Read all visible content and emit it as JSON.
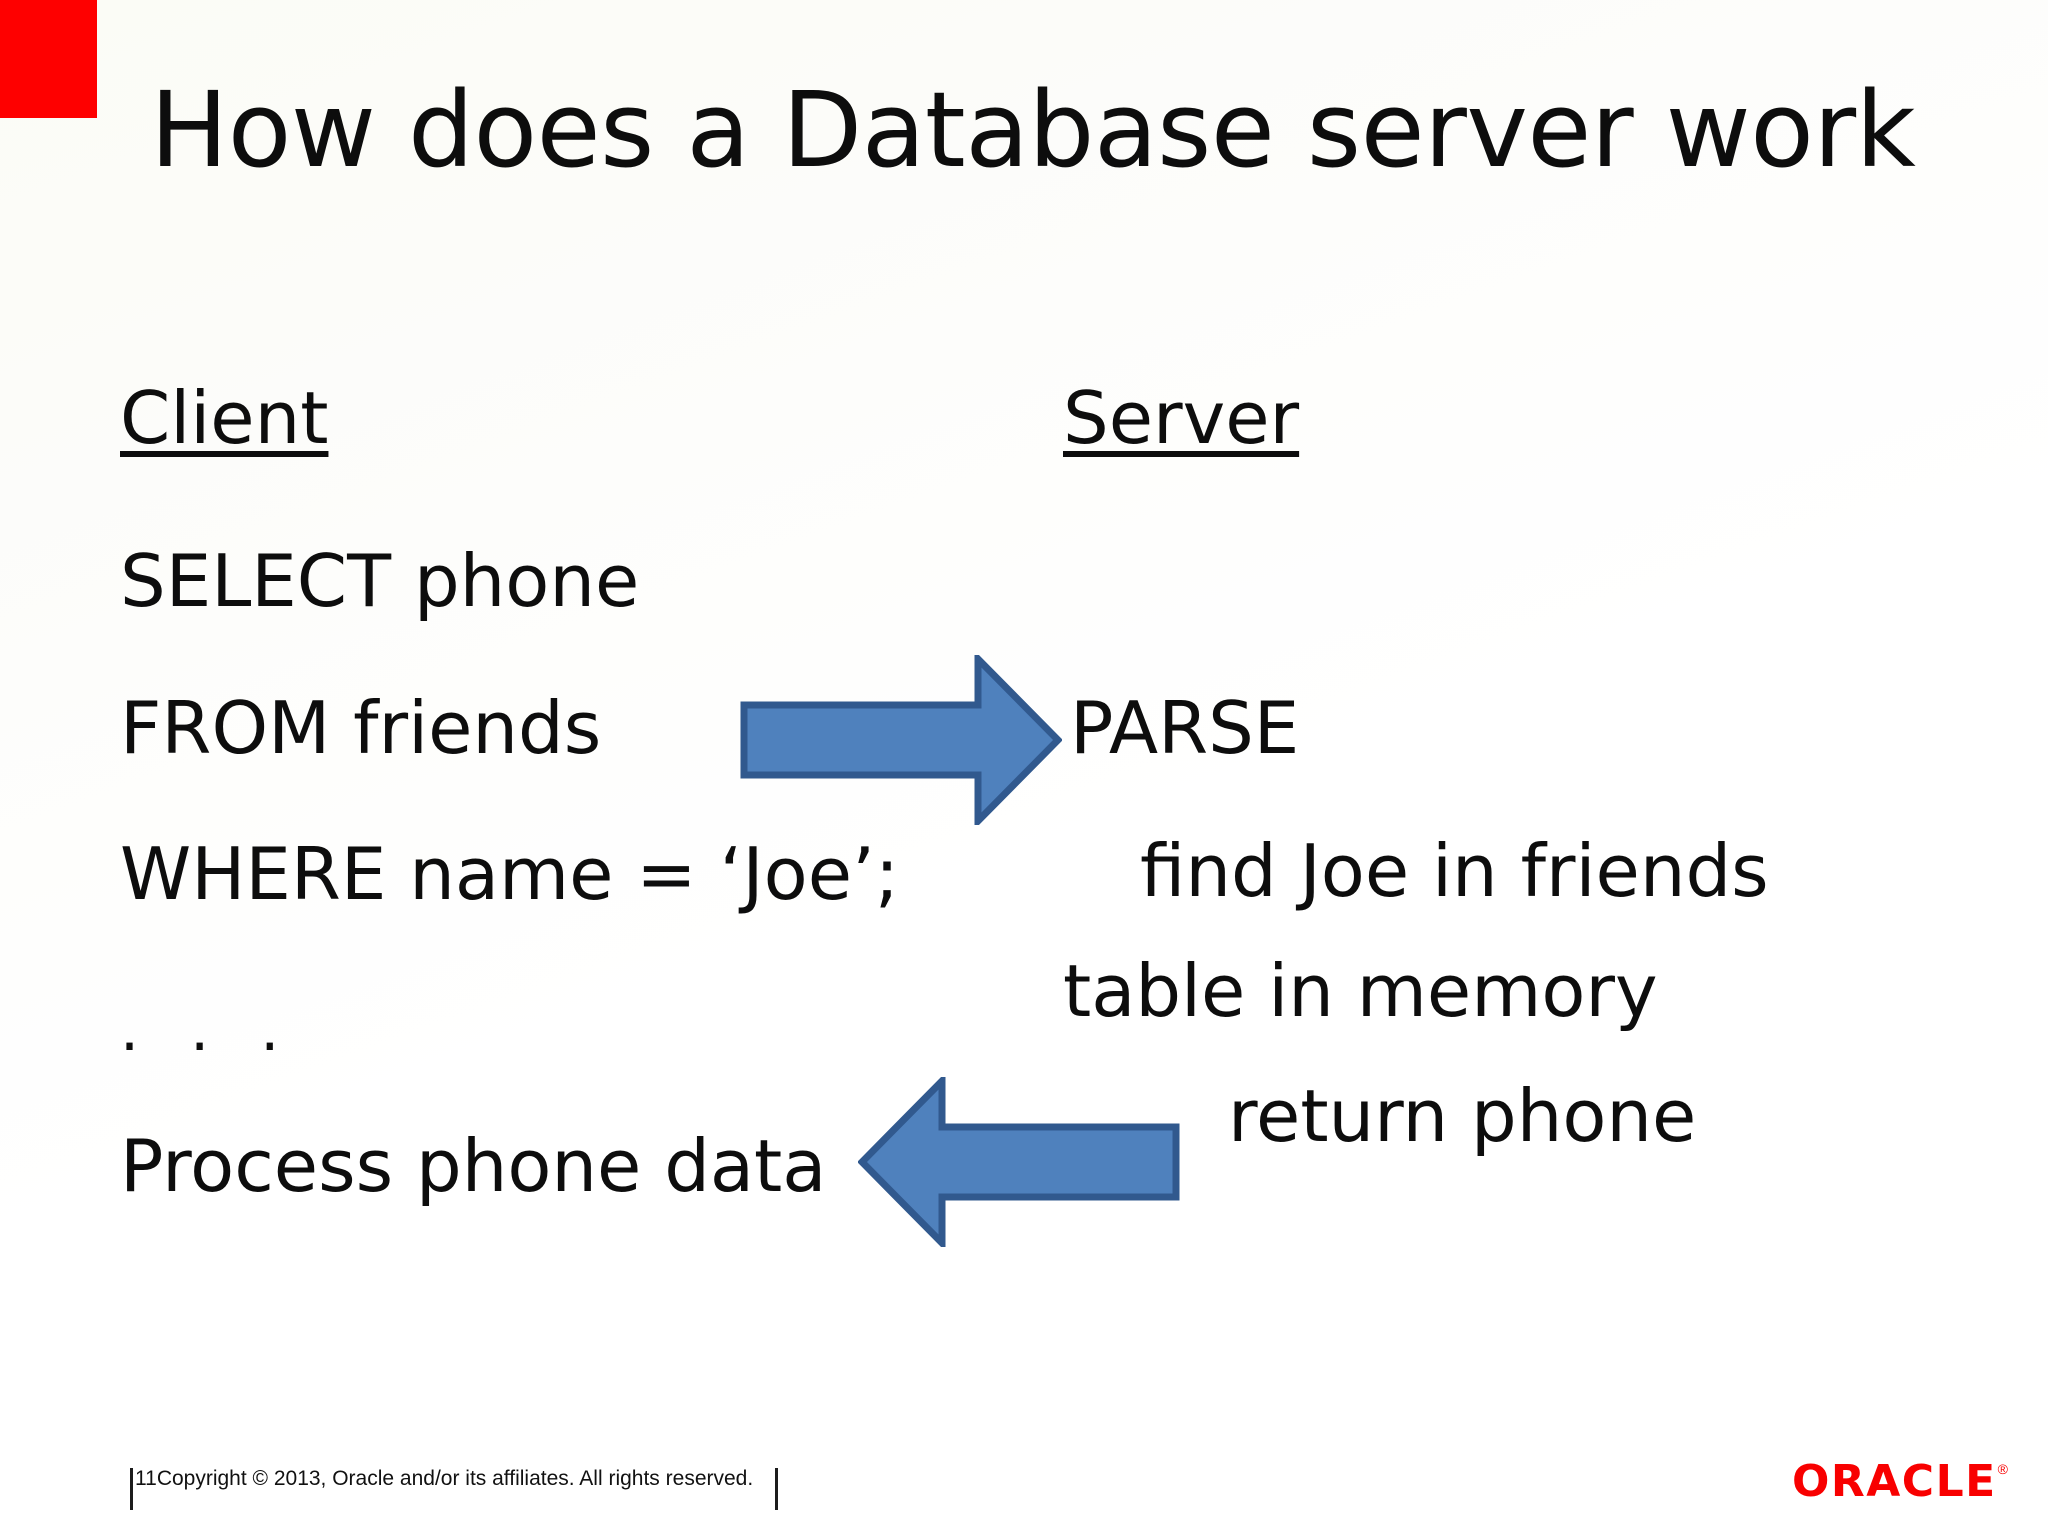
{
  "slide": {
    "title": "How does a Database server work",
    "accent_red": "#FE0000",
    "arrow_fill": "#4F81BD",
    "arrow_stroke": "#31598E",
    "background": "#FBFCF6"
  },
  "client": {
    "heading": "Client",
    "lines": [
      "SELECT phone",
      "FROM friends",
      "WHERE name = ‘Joe’;",
      ". . .",
      "Process phone data"
    ]
  },
  "server": {
    "heading": "Server",
    "lines": [
      "PARSE",
      "find Joe in friends",
      "table in memory",
      "return phone"
    ]
  },
  "arrows": {
    "request": "arrow-right-icon",
    "response": "arrow-left-icon"
  },
  "footer": {
    "slide_number": "11",
    "copyright": "Copyright © 2013, Oracle and/or its affiliates. All rights reserved.",
    "logo_text": "ORACLE",
    "logo_registered": "®",
    "logo_color": "#F80000"
  }
}
